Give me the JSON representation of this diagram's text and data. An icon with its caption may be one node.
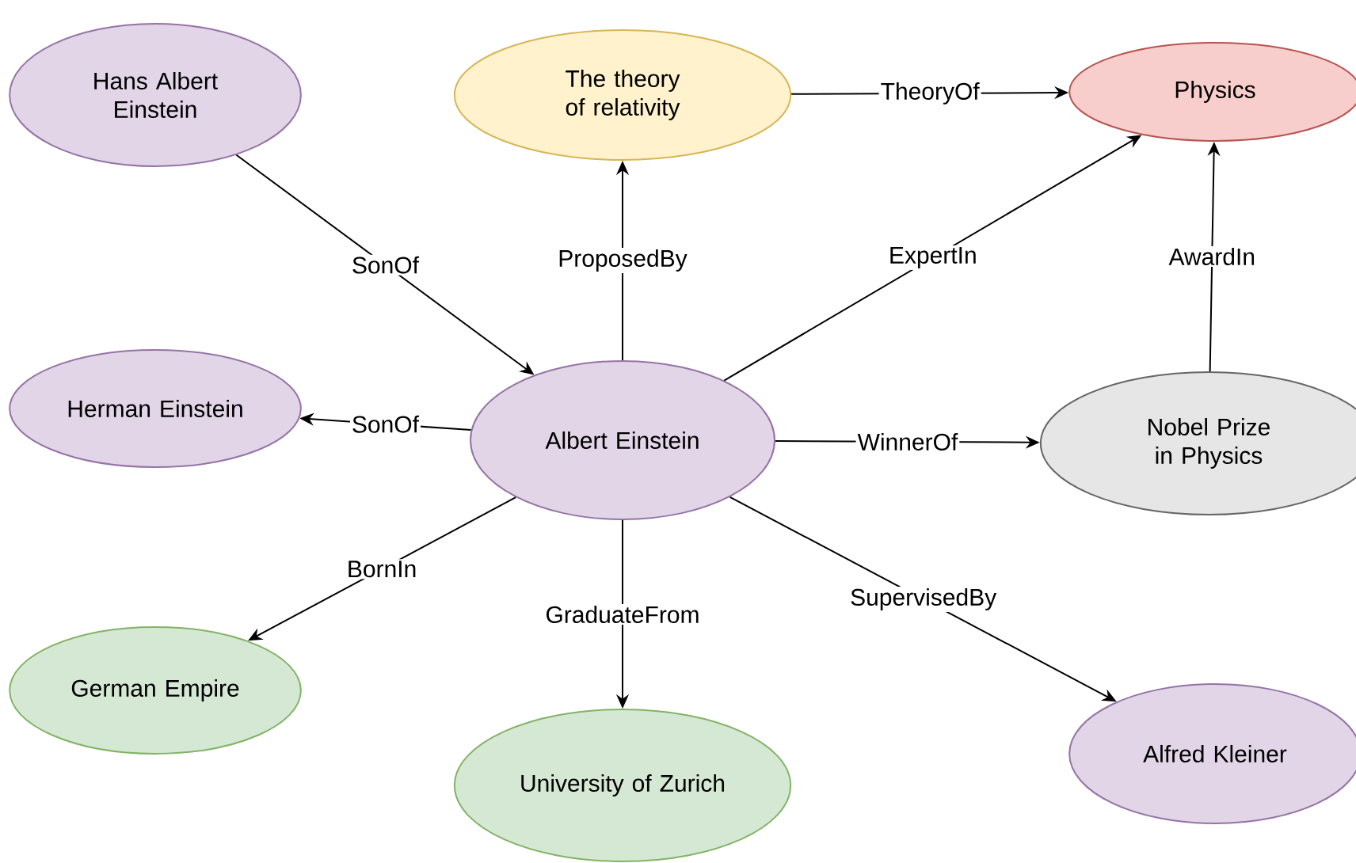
{
  "diagram": {
    "nodes": [
      {
        "text": [
          "Hans Albert Einstein"
        ]
      },
      {
        "text": [
          "The theory of relativity"
        ]
      },
      {
        "text": [
          "Physics"
        ]
      },
      {
        "text": [
          "Herman Einstein"
        ]
      },
      {
        "text": [
          "Albert Einstein"
        ]
      },
      {
        "text": [
          "Nobel Prize in Physics"
        ]
      },
      {
        "text": [
          "German Empire"
        ]
      },
      {
        "text": [
          "University of Zurich"
        ]
      },
      {
        "text": [
          "Alfred Kleiner"
        ]
      }
    ],
    "edges": [
      {
        "from": 0,
        "to": 4,
        "arrow": "to",
        "label": "SonOf"
      },
      {
        "from": 4,
        "to": 3,
        "arrow": "to",
        "label": "SonOf"
      },
      {
        "from": 4,
        "to": 1,
        "arrow": "to",
        "label": "ProposedBy"
      },
      {
        "from": 1,
        "to": 2,
        "arrow": "to",
        "label": "TheoryOf"
      },
      {
        "from": 4,
        "to": 2,
        "arrow": "to",
        "label": "ExpertIn"
      },
      {
        "from": 5,
        "to": 2,
        "arrow": "to",
        "label": "AwardIn"
      },
      {
        "from": 4,
        "to": 5,
        "arrow": "to",
        "label": "WinnerOf"
      },
      {
        "from": 4,
        "to": 6,
        "arrow": "to",
        "label": "BornIn"
      },
      {
        "from": 4,
        "to": 7,
        "arrow": "to",
        "label": "GraduateFrom"
      },
      {
        "from": 4,
        "to": 8,
        "arrow": "to",
        "label": "SupervisedBy"
      }
    ]
  }
}
